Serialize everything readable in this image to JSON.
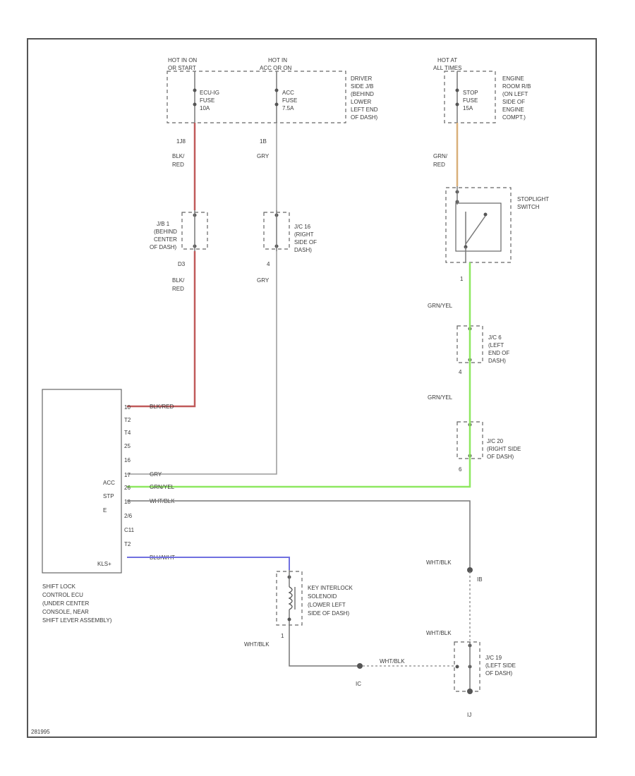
{
  "colors": {
    "wire_red": "#c05a5a",
    "wire_tan": "#d9b07a",
    "wire_green": "#8ee860",
    "wire_blue": "#7070e0",
    "wire_gray": "#9a9a9a",
    "frame": "#555555"
  },
  "power_sources": {
    "hot_on_start": [
      "HOT IN ON",
      "OR START"
    ],
    "hot_acc_on": [
      "HOT IN",
      "ACC OR ON"
    ],
    "hot_at_all_times": [
      "HOT AT",
      "ALL TIMES"
    ]
  },
  "fuses": {
    "ecu_ig": [
      "ECU-IG",
      "FUSE",
      "10A"
    ],
    "acc": [
      "ACC",
      "FUSE",
      "7.5A"
    ],
    "stop": [
      "STOP",
      "FUSE",
      "15A"
    ]
  },
  "junction_blocks": {
    "driver_side_jb": [
      "DRIVER",
      "SIDE J/B",
      "(BEHIND",
      "LOWER",
      "LEFT END",
      "OF DASH)"
    ],
    "engine_room_rb": [
      "ENGINE",
      "ROOM R/B",
      "(ON LEFT",
      "SIDE OF",
      "ENGINE",
      "COMPT.)"
    ]
  },
  "wires": {
    "w1_pin": "1J8",
    "w1_color": [
      "BLK/",
      "RED"
    ],
    "w2_pin": "1B",
    "w2_color": "GRY",
    "w3_color": [
      "GRN/",
      "RED"
    ],
    "w4_pin": "D3",
    "w4_color": [
      "BLK/",
      "RED"
    ],
    "w5_pin": "4",
    "w5_color": "GRY",
    "w6_pin": "1",
    "w6_color": "GRN/YEL",
    "w7_pin": "4",
    "w7_color": "GRN/YEL",
    "w8_pin": "6",
    "ecu_ig_wire": "BLK/RED",
    "acc_wire": "GRY",
    "stp_wire": "GRN/YEL",
    "gnd_wire": "WHT/BLK",
    "kly_wire": "BLU/WHT",
    "ground_a": "WHT/BLK",
    "ground_b": "WHT/BLK",
    "solenoid_out": "WHT/BLK",
    "ground_c": "WHT/BLK"
  },
  "connectors": {
    "jb1": [
      "J/B 1",
      "(BEHIND",
      "CENTER",
      "OF DASH)"
    ],
    "jc16": [
      "J/C 16",
      "(RIGHT",
      "SIDE OF",
      "DASH)"
    ],
    "jc6": [
      "J/C 6",
      "(LEFT",
      "END OF",
      "DASH)"
    ],
    "jc20": [
      "J/C 20",
      "(RIGHT SIDE",
      "OF DASH)"
    ],
    "jc19": [
      "J/C 19",
      "(LEFT SIDE",
      "OF DASH)"
    ]
  },
  "stoplight_switch": [
    "STOPLIGHT",
    "SWITCH"
  ],
  "ecu": {
    "pins": [
      "10",
      "T2",
      "T4",
      "25",
      "16",
      "17",
      "26",
      "18",
      "2/6",
      "C11",
      "T2"
    ],
    "side_labels": [
      "ACC",
      "STP",
      "E"
    ],
    "bottom_label": "KLS+",
    "caption": [
      "SHIFT LOCK",
      "CONTROL ECU",
      "(UNDER CENTER",
      "CONSOLE, NEAR",
      "SHIFT LEVER ASSEMBLY)"
    ]
  },
  "key_solenoid": [
    "KEY INTERLOCK",
    "SOLENOID",
    "(LOWER LEFT",
    "SIDE OF DASH)"
  ],
  "solenoid_pin": "1",
  "ground_points": {
    "g_right": "IB",
    "g_mid": "IC",
    "g_bottom": "IJ"
  },
  "footer_code": "281995"
}
